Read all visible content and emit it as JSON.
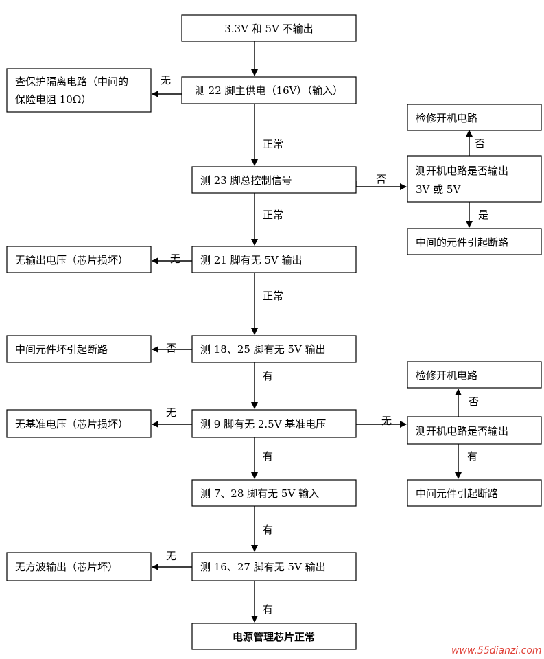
{
  "nodes": {
    "top": "3.3V 和 5V 不输出",
    "pin22": "测 22 脚主供电（16V）（输入）",
    "protect_1": "查保护隔离电路（中间的",
    "protect_2": "保险电阻 10Ω）",
    "pin23": "测 23 脚总控制信号",
    "startup_check_1": "测开机电路是否输出",
    "startup_check_2": "3V 或 5V",
    "repair_startup_1": "检修开机电路",
    "mid_break_1": "中间的元件引起断路",
    "pin21": "测 21 脚有无 5V 输出",
    "no_output": "无输出电压（芯片损坏）",
    "pin18_25": "测 18、25 脚有无 5V 输出",
    "mid_break_2": "中间元件坏引起断路",
    "pin9": "测 9 脚有无 2.5V 基准电压",
    "no_ref": "无基准电压（芯片损坏）",
    "startup_check_3": "测开机电路是否输出",
    "repair_startup_2": "检修开机电路",
    "mid_break_3": "中间元件引起断路",
    "pin7_28": "测 7、28 脚有无 5V 输入",
    "pin16_27": "测 16、27 脚有无 5V 输出",
    "no_square": "无方波输出（芯片坏）",
    "final": "电源管理芯片正常"
  },
  "edge_labels": {
    "none": "无",
    "normal": "正常",
    "no": "否",
    "yes": "是",
    "has": "有"
  },
  "watermark": "www.55dianzi.com"
}
